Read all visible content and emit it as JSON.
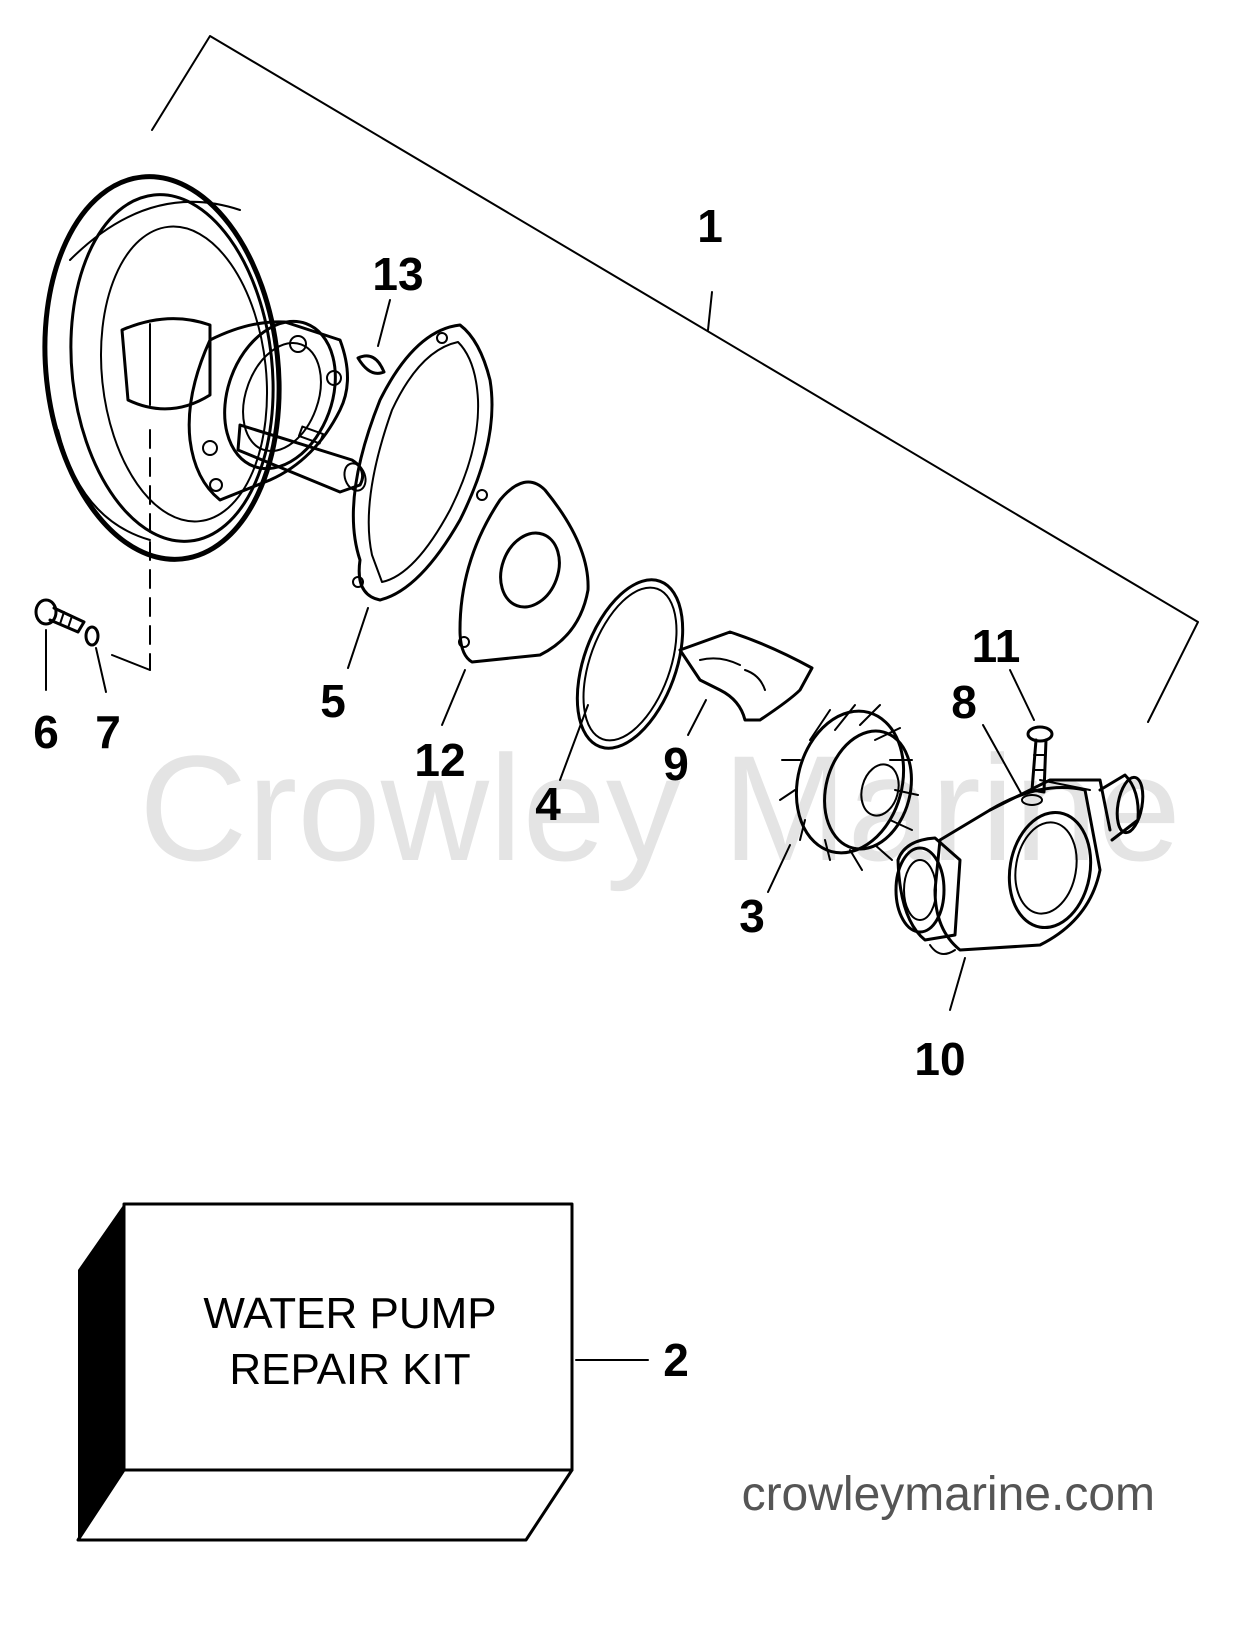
{
  "callouts": {
    "c1": "1",
    "c2": "2",
    "c3": "3",
    "c4": "4",
    "c5": "5",
    "c6": "6",
    "c7": "7",
    "c8": "8",
    "c9": "9",
    "c10": "10",
    "c11": "11",
    "c12": "12",
    "c13": "13"
  },
  "kit_box": {
    "line1": "WATER PUMP",
    "line2": "REPAIR KIT"
  },
  "watermark": {
    "center_text": "Crowley Marine",
    "footer_text": "crowleymarine.com"
  },
  "colors": {
    "line": "#000000",
    "background": "#ffffff",
    "watermark": "#e4e4e4",
    "footer_text": "#555555"
  }
}
